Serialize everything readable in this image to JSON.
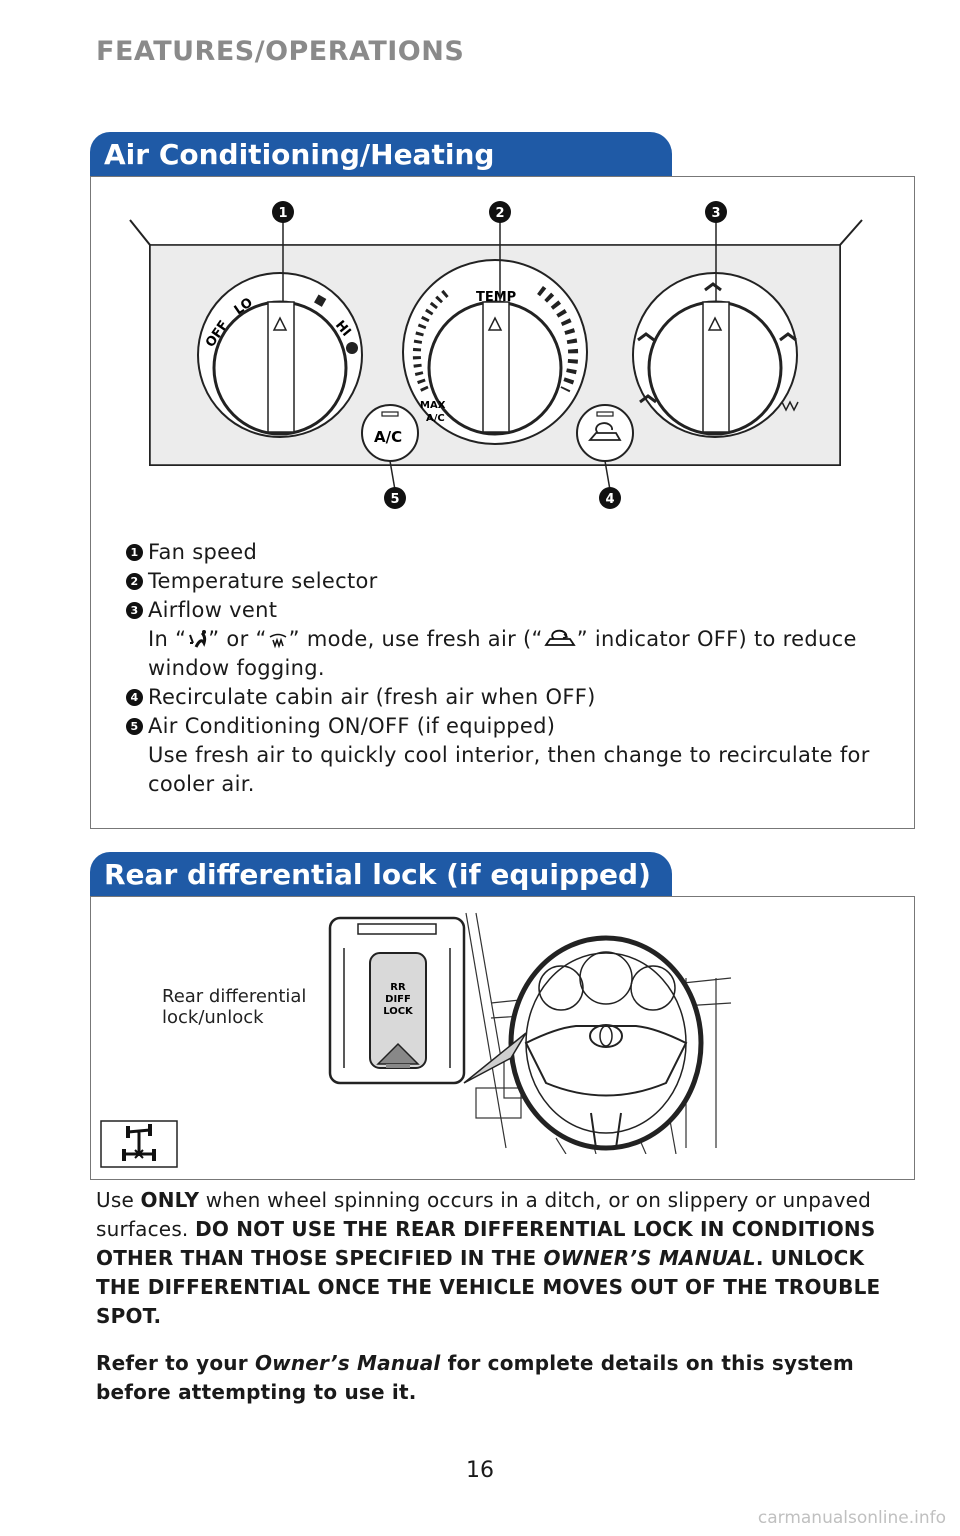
{
  "page": {
    "section_header": "FEATURES/OPERATIONS",
    "page_number": "16",
    "watermark": "carmanualsonline.info"
  },
  "ac_section": {
    "title": "Air Conditioning/Heating",
    "panel": {
      "fan_labels": {
        "off": "OFF",
        "lo": "LO",
        "hi": "HI"
      },
      "temp_label": "TEMP",
      "max_label": "MAX",
      "ac_label": "A/C",
      "ac_button_label": "A/C",
      "callouts": [
        "1",
        "2",
        "3",
        "4",
        "5"
      ]
    },
    "legend": [
      {
        "num": "1",
        "text": "Fan speed"
      },
      {
        "num": "2",
        "text": "Temperature selector"
      },
      {
        "num": "3",
        "text": "Airflow vent",
        "line2_a": "In “",
        "line2_b": "” or “",
        "line2_c": "” mode, use fresh air (“",
        "line2_d": "” indicator OFF) to reduce window fogging."
      },
      {
        "num": "4",
        "text": "Recirculate cabin air (fresh air when OFF)"
      },
      {
        "num": "5",
        "text": "Air Conditioning ON/OFF (if equipped)",
        "line2": "Use fresh air to quickly cool interior, then change to recirculate for cooler air."
      }
    ],
    "icons": {
      "floor_defrost": "floor-defrost-icon",
      "defrost": "windshield-defrost-icon",
      "recirculate": "recirculate-icon"
    }
  },
  "rdl_section": {
    "title": "Rear differential lock (if equipped)",
    "callout_label_1": "Rear differential",
    "callout_label_2": "lock/unlock",
    "button_label_1": "RR",
    "button_label_2": "DIFF",
    "button_label_3": "LOCK",
    "icon": "differential-lock-icon"
  },
  "body": {
    "p1_a": "Use ",
    "p1_b": "ONLY",
    "p1_c": " when wheel spinning occurs in a ditch, or on slippery or unpaved surfaces. ",
    "p1_d": "DO NOT USE THE REAR DIFFERENTIAL LOCK IN CONDITIONS OTHER THAN THOSE SPECIFIED IN THE ",
    "p1_e": "OWNER’S MANUAL",
    "p1_f": ". UNLOCK THE DIFFERENTIAL ONCE THE VEHICLE MOVES OUT OF THE TROUBLE SPOT.",
    "p2_a": "Refer to your ",
    "p2_b": "Owner’s Manual",
    "p2_c": " for complete details on this system before attempting to use it."
  }
}
